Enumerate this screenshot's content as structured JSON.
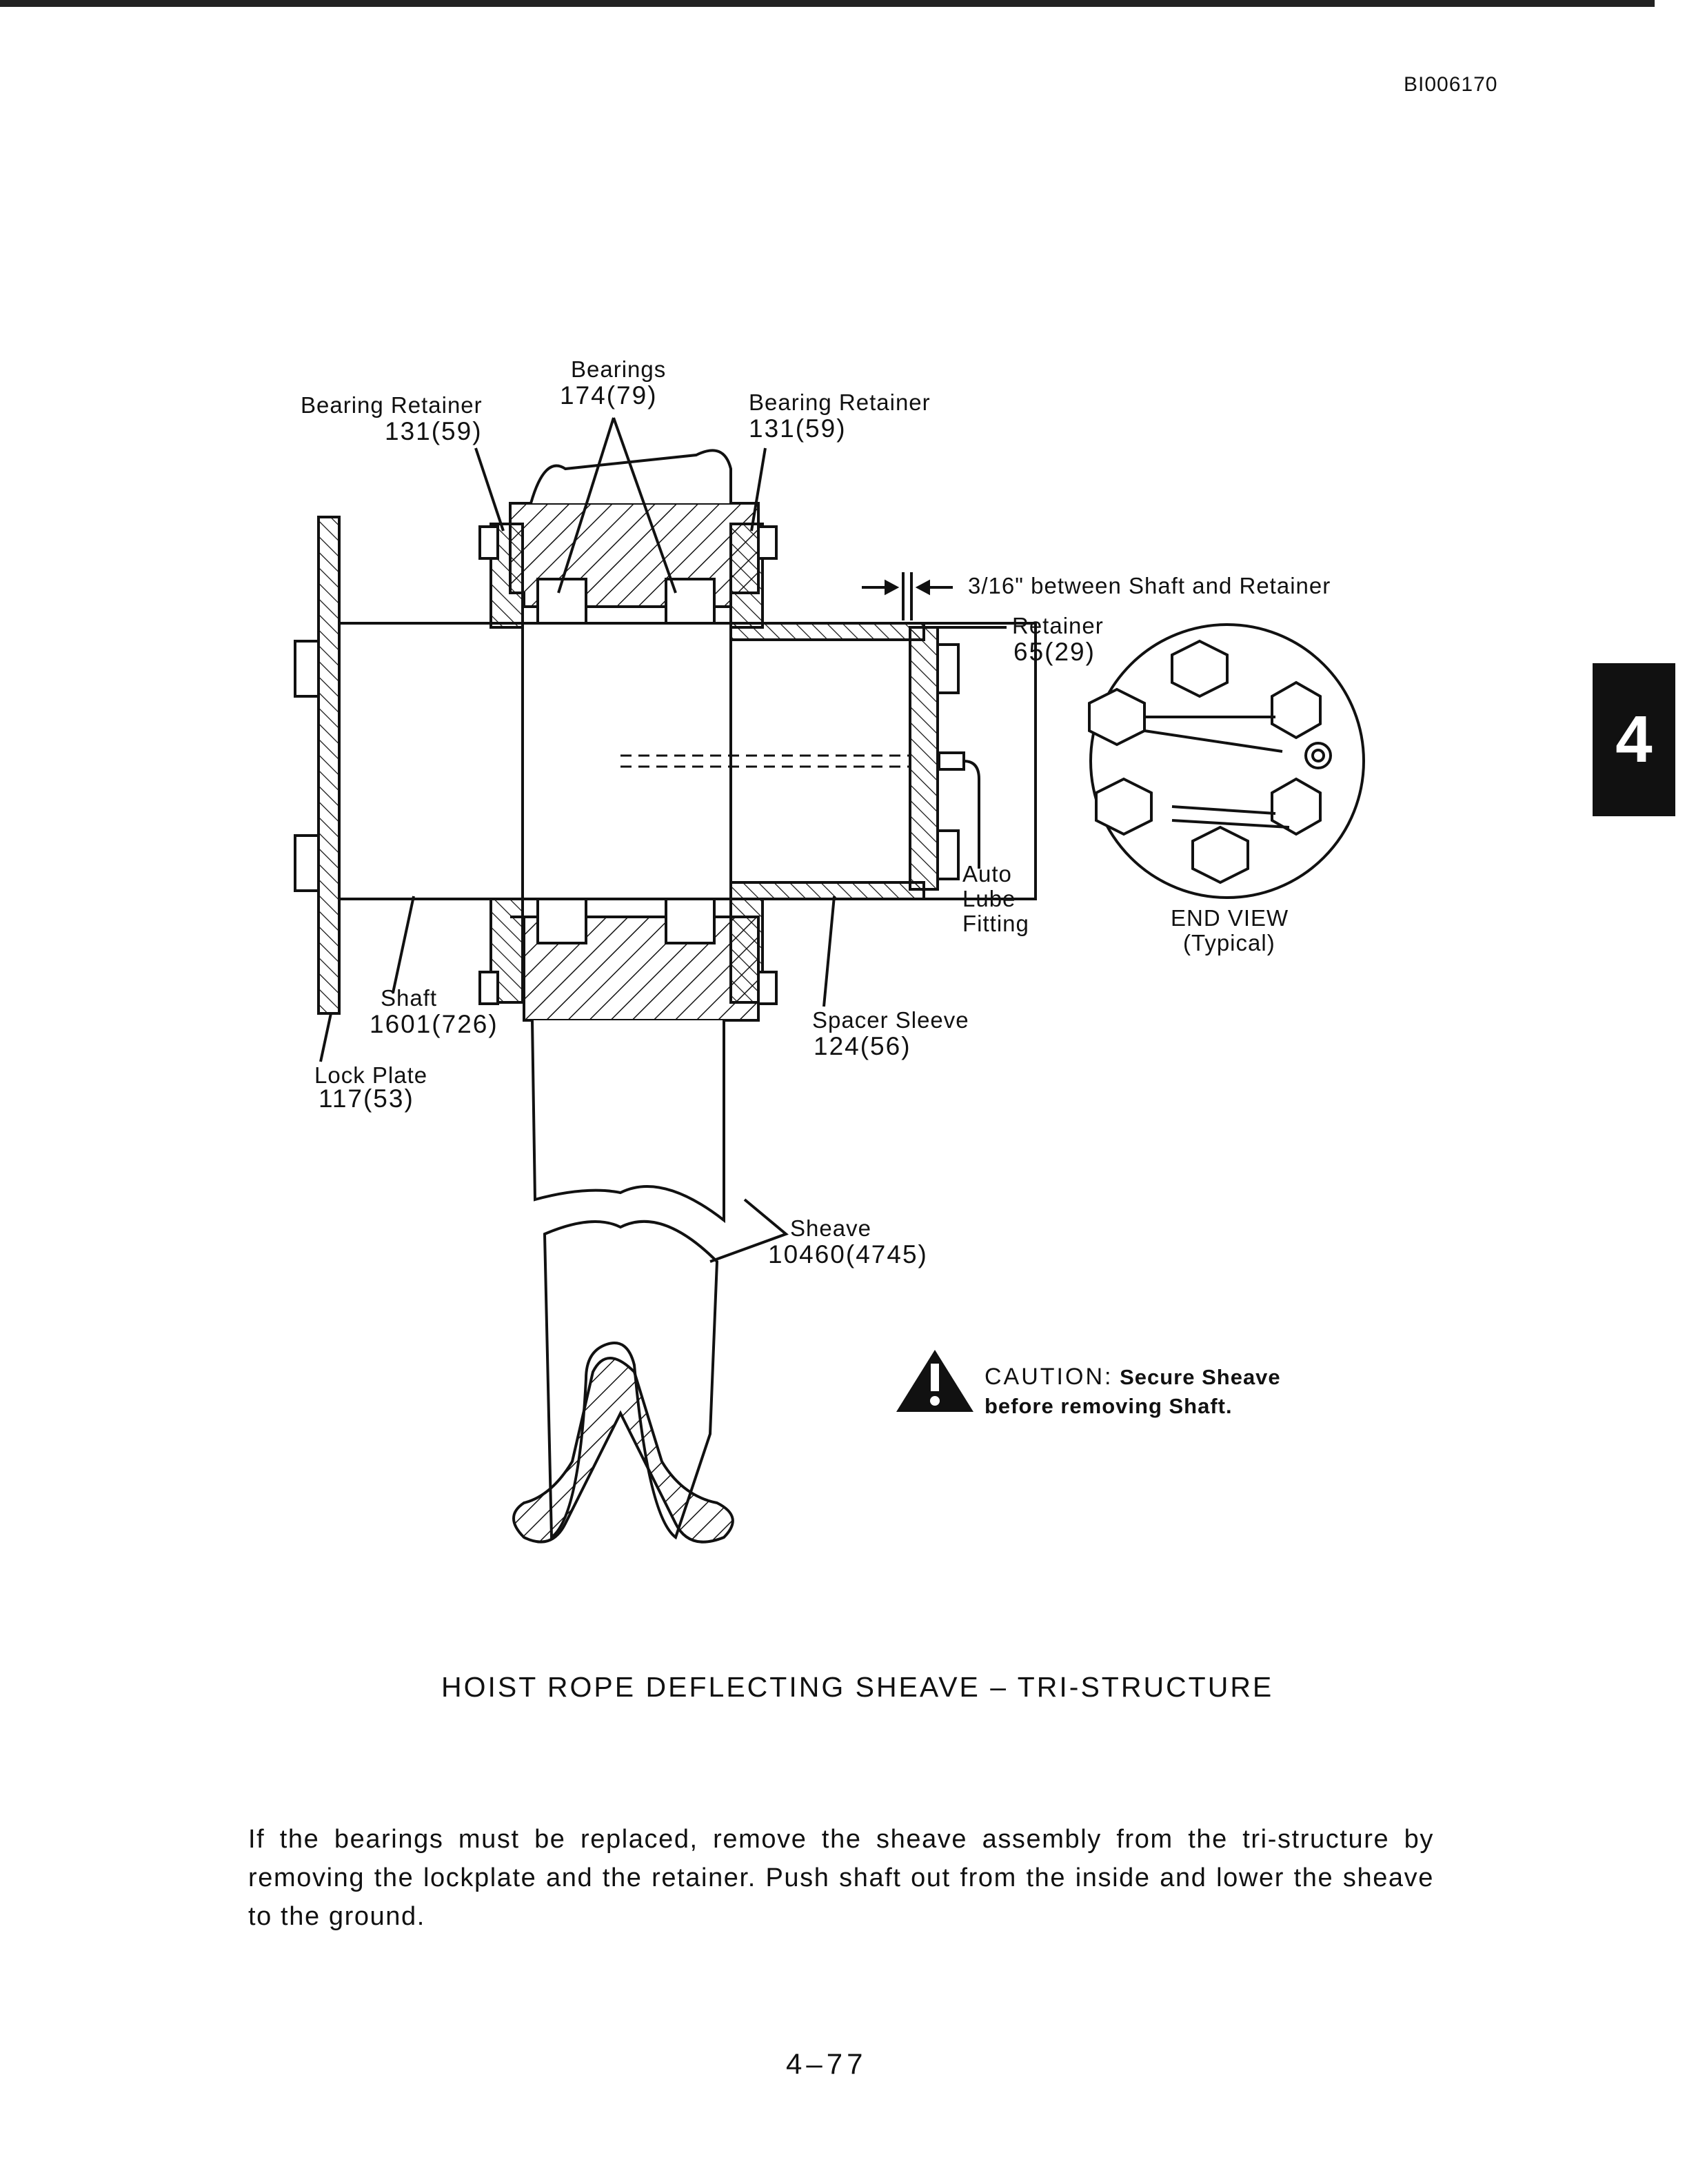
{
  "doc_id": "BI006170",
  "section_tab": "4",
  "labels": {
    "bearings": "Bearings",
    "bearings_value": "174(79)",
    "bearing_retainer_left": "Bearing Retainer",
    "bearing_retainer_left_value": "131(59)",
    "bearing_retainer_right": "Bearing Retainer",
    "bearing_retainer_right_value": "131(59)",
    "clearance": "3/16\" between Shaft and Retainer",
    "retainer": "Retainer",
    "retainer_value": "65(29)",
    "auto_lube_1": "Auto",
    "auto_lube_2": "Lube",
    "auto_lube_3": "Fitting",
    "end_view": "END VIEW",
    "end_view_sub": "(Typical)",
    "shaft": "Shaft",
    "shaft_value": "1601(726)",
    "lock_plate": "Lock Plate",
    "lock_plate_value": "117(53)",
    "spacer_sleeve": "Spacer Sleeve",
    "spacer_sleeve_value": "124(56)",
    "sheave": "Sheave",
    "sheave_value": "10460(4745)"
  },
  "caution": {
    "head": "CAUTION:",
    "line1": "Secure Sheave",
    "line2": "before removing Shaft."
  },
  "caption": "HOIST ROPE DEFLECTING SHEAVE – TRI-STRUCTURE",
  "body": "If the bearings must be replaced, remove the sheave assembly from the tri-structure by removing the lockplate and the retainer. Push shaft out from the inside and lower the sheave to the ground.",
  "page_number": "4–77"
}
